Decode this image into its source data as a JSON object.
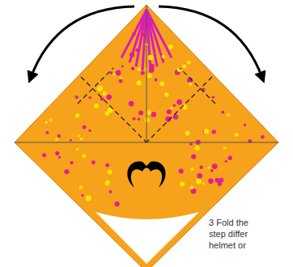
{
  "diagram": {
    "labels": [
      "3 Fold the",
      "step differ",
      "helmet or"
    ]
  }
}
